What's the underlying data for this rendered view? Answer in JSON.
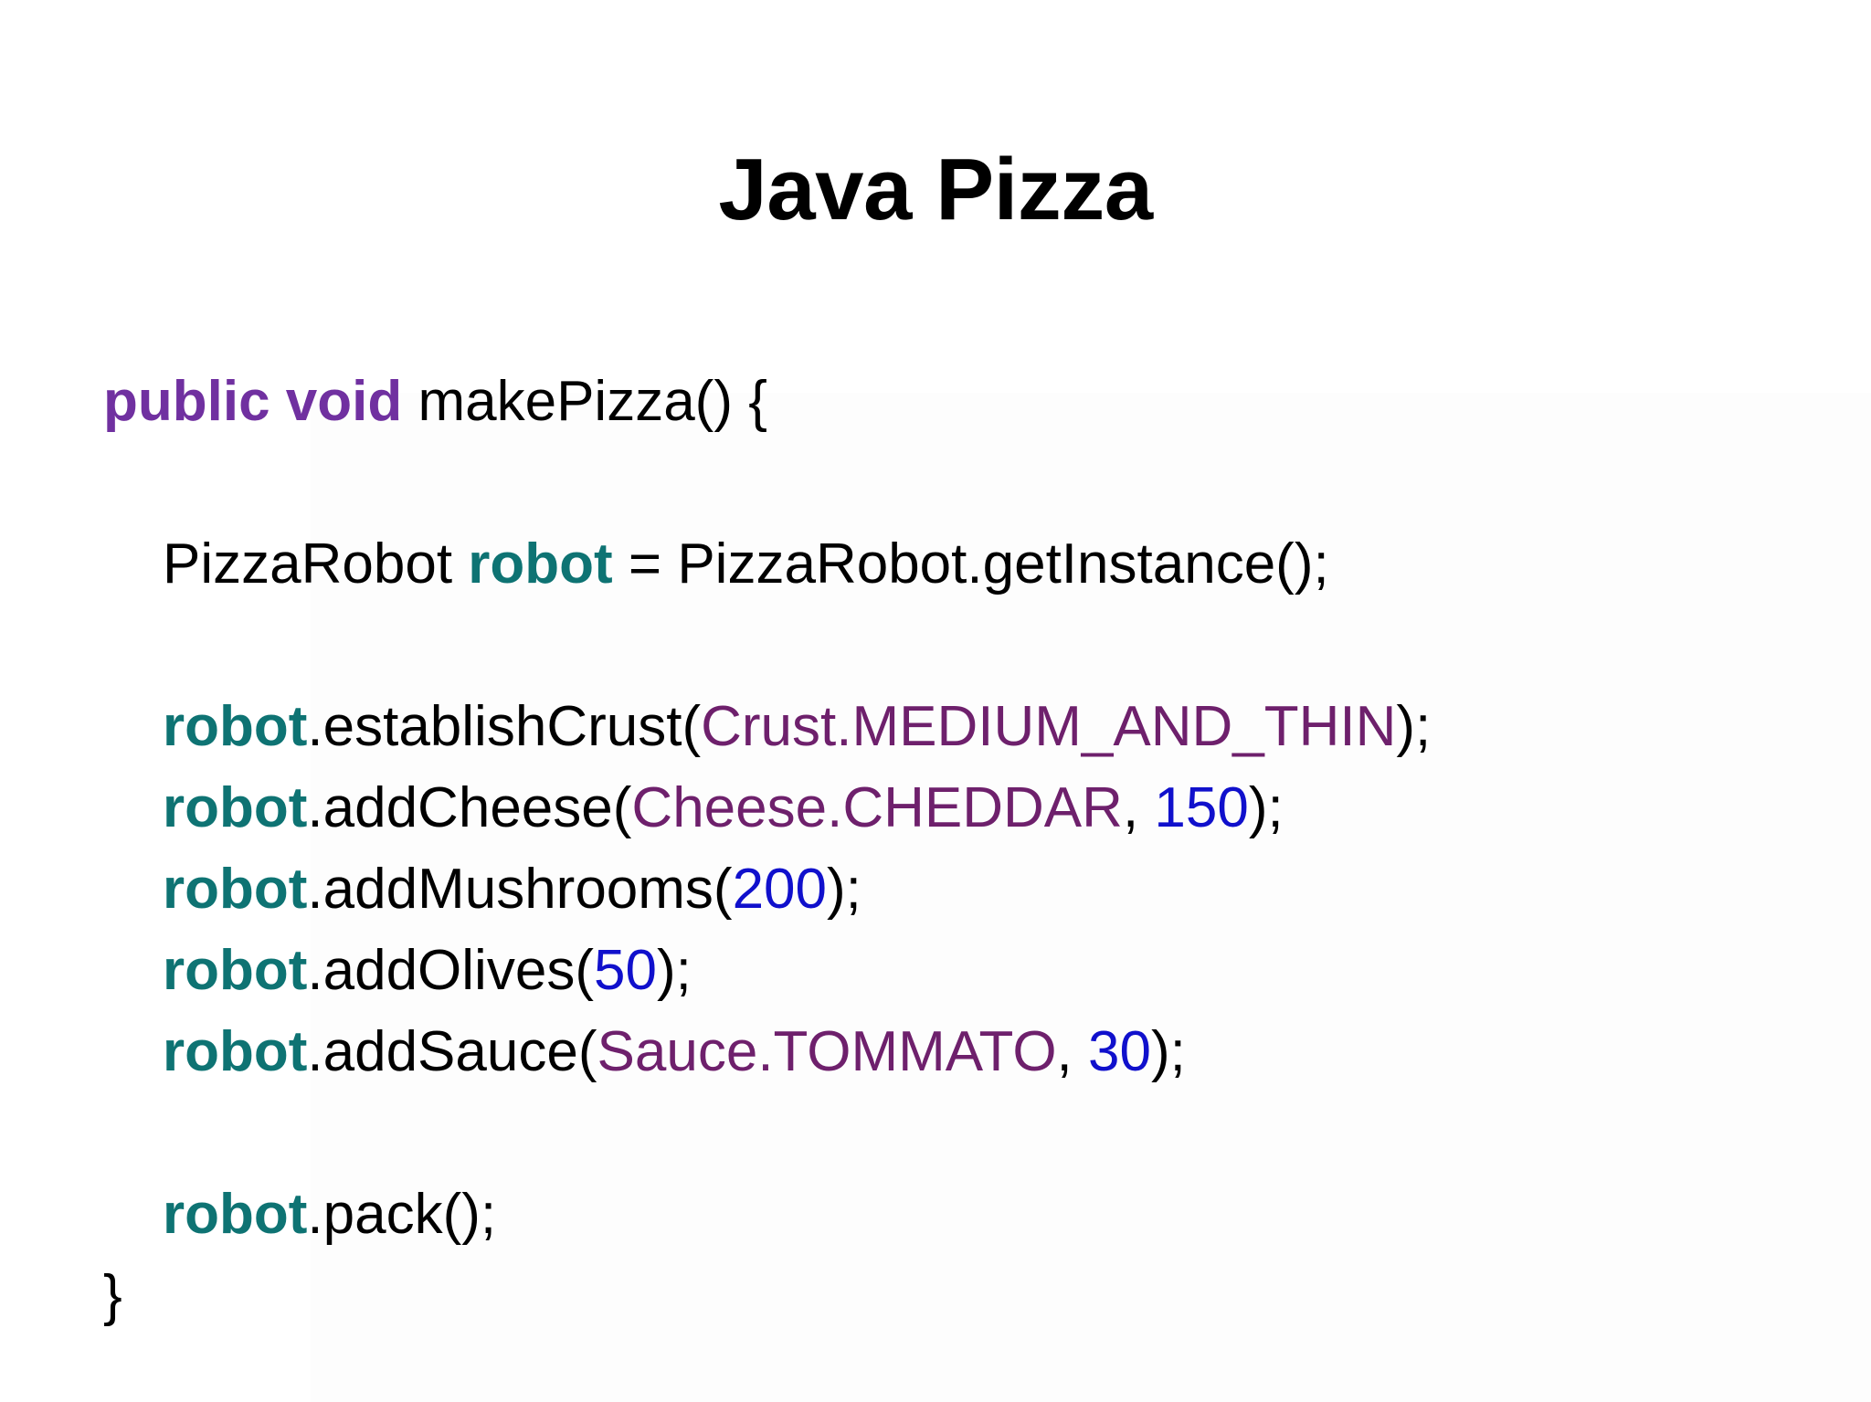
{
  "slide": {
    "title": "Java Pizza",
    "background_color": "#ffffff",
    "title_color": "#000000"
  },
  "colors": {
    "keyword": "#7030A0",
    "variable": "#0E7373",
    "enum_constant": "#6E206C",
    "number": "#1010CC",
    "plain": "#000000"
  },
  "code": {
    "language": "Java",
    "lines": [
      {
        "indent": 0,
        "tokens": [
          {
            "text": "public void",
            "kind": "keyword"
          },
          {
            "text": " makePizza() {",
            "kind": "plain"
          }
        ]
      },
      {
        "indent": 0,
        "tokens": []
      },
      {
        "indent": 1,
        "tokens": [
          {
            "text": "PizzaRobot ",
            "kind": "plain"
          },
          {
            "text": "robot",
            "kind": "variable"
          },
          {
            "text": " = PizzaRobot.getInstance();",
            "kind": "plain"
          }
        ]
      },
      {
        "indent": 0,
        "tokens": []
      },
      {
        "indent": 1,
        "tokens": [
          {
            "text": "robot",
            "kind": "variable"
          },
          {
            "text": ".establishCrust(",
            "kind": "plain"
          },
          {
            "text": "Crust.MEDIUM_AND_THIN",
            "kind": "enum_constant"
          },
          {
            "text": ");",
            "kind": "plain"
          }
        ]
      },
      {
        "indent": 1,
        "tokens": [
          {
            "text": "robot",
            "kind": "variable"
          },
          {
            "text": ".addCheese(",
            "kind": "plain"
          },
          {
            "text": "Cheese.CHEDDAR",
            "kind": "enum_constant"
          },
          {
            "text": ", ",
            "kind": "plain"
          },
          {
            "text": "150",
            "kind": "number"
          },
          {
            "text": ");",
            "kind": "plain"
          }
        ]
      },
      {
        "indent": 1,
        "tokens": [
          {
            "text": "robot",
            "kind": "variable"
          },
          {
            "text": ".addMushrooms(",
            "kind": "plain"
          },
          {
            "text": "200",
            "kind": "number"
          },
          {
            "text": ");",
            "kind": "plain"
          }
        ]
      },
      {
        "indent": 1,
        "tokens": [
          {
            "text": "robot",
            "kind": "variable"
          },
          {
            "text": ".addOlives(",
            "kind": "plain"
          },
          {
            "text": "50",
            "kind": "number"
          },
          {
            "text": ");",
            "kind": "plain"
          }
        ]
      },
      {
        "indent": 1,
        "tokens": [
          {
            "text": "robot",
            "kind": "variable"
          },
          {
            "text": ".addSauce(",
            "kind": "plain"
          },
          {
            "text": "Sauce.TOMMATO",
            "kind": "enum_constant"
          },
          {
            "text": ", ",
            "kind": "plain"
          },
          {
            "text": "30",
            "kind": "number"
          },
          {
            "text": ");",
            "kind": "plain"
          }
        ]
      },
      {
        "indent": 0,
        "tokens": []
      },
      {
        "indent": 1,
        "tokens": [
          {
            "text": "robot",
            "kind": "variable"
          },
          {
            "text": ".pack();",
            "kind": "plain"
          }
        ]
      },
      {
        "indent": 0,
        "tokens": [
          {
            "text": "}",
            "kind": "plain"
          }
        ]
      }
    ]
  }
}
